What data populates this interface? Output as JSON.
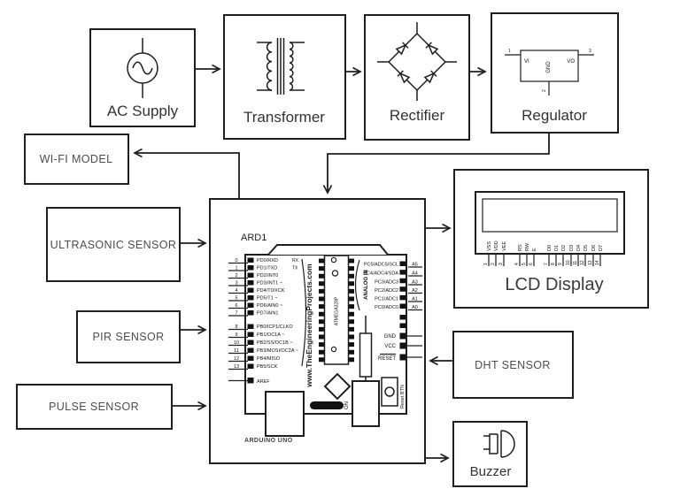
{
  "power_chain": {
    "ac_supply": "AC Supply",
    "transformer": "Transformer",
    "rectifier": "Rectifier",
    "regulator": "Regulator",
    "regulator_pins": {
      "vi": "VI",
      "vo": "VO",
      "gnd": "GND",
      "n1": "1",
      "n2": "2",
      "n3": "3"
    }
  },
  "peripherals": {
    "wifi": "WI-FI MODEL",
    "ultrasonic": "ULTRASONIC SENSOR",
    "pir": "PIR SENSOR",
    "pulse": "PULSE SENSOR",
    "dht": "DHT SENSOR",
    "buzzer": "Buzzer",
    "lcd": "LCD Display"
  },
  "lcd": {
    "pins": [
      "VSS",
      "VDD",
      "VEE",
      "RS",
      "RW",
      "E",
      "D0",
      "D1",
      "D2",
      "D3",
      "D4",
      "D5",
      "D6",
      "D7"
    ],
    "numbers": [
      "1",
      "2",
      "3",
      "4",
      "5",
      "6",
      "7",
      "8",
      "9",
      "10",
      "11",
      "12",
      "13",
      "14"
    ]
  },
  "arduino": {
    "ref": "ARD1",
    "board": "ARDUINO UNO",
    "watermark": "www.TheEngineeringProjects.com",
    "mcu": "ATMEGA328P",
    "analog_group": "ANALOG IN",
    "on_label": "ON",
    "reset_btn": "Reset BTN",
    "aref": "AREF",
    "rx": "RX",
    "tx": "TX",
    "digital": [
      {
        "n": "0",
        "l": "PD0/RXD"
      },
      {
        "n": "1",
        "l": "PD1/TXD"
      },
      {
        "n": "2",
        "l": "PD2/INT0"
      },
      {
        "n": "3",
        "l": "PD3/INT1 ~"
      },
      {
        "n": "4",
        "l": "PD4/T0/XCK"
      },
      {
        "n": "5",
        "l": "PD5/T1 ~"
      },
      {
        "n": "6",
        "l": "PD6/AIN0 ~"
      },
      {
        "n": "7",
        "l": "PD7/AIN1"
      },
      {
        "n": "8",
        "l": "PB0/ICP1/CLKO"
      },
      {
        "n": "9",
        "l": "PB1/OC1A ~"
      },
      {
        "n": "10",
        "l": "PB2/SS/OC1B ~"
      },
      {
        "n": "11",
        "l": "PB3/MOSI/OC2A ~"
      },
      {
        "n": "12",
        "l": "PB4/MISO"
      },
      {
        "n": "13",
        "l": "PB5/SCK"
      }
    ],
    "analog": [
      {
        "l": "PC5/ADC5/SCL",
        "n": "A5"
      },
      {
        "l": "PC4/ADC4/SDA",
        "n": "A4"
      },
      {
        "l": "PC3/ADC3",
        "n": "A3"
      },
      {
        "l": "PC2/ADC2",
        "n": "A2"
      },
      {
        "l": "PC1/ADC1",
        "n": "A1"
      },
      {
        "l": "PC0/ADC0",
        "n": "A0"
      }
    ],
    "power": {
      "gnd": "GND",
      "vcc": "VCC",
      "reset": "RESET"
    }
  }
}
